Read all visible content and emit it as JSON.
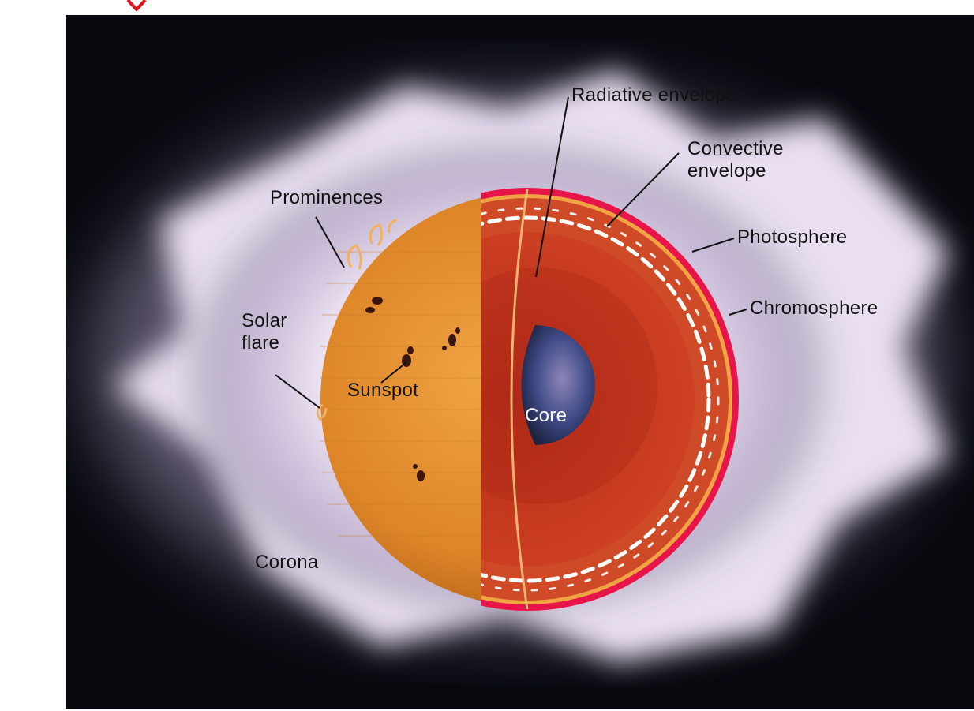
{
  "diagram": {
    "labels": {
      "radiative_envelope": "Radiative envelope",
      "convective_envelope": "Convective\nenvelope",
      "photosphere": "Photosphere",
      "chromosphere": "Chromosphere",
      "prominences": "Prominences",
      "solar_flare": "Solar\nflare",
      "sunspot": "Sunspot",
      "core": "Core",
      "corona": "Corona"
    },
    "colors": {
      "background": "#07090f",
      "corona_glow": "#ece3f3",
      "sun_surface": "#e08a2c",
      "radiative_zone": "#c4361e",
      "convective_zone": "#d24a26",
      "chromosphere": "#e8154a",
      "core": "#3b4a86",
      "accent_mark": "#e0101a"
    }
  }
}
